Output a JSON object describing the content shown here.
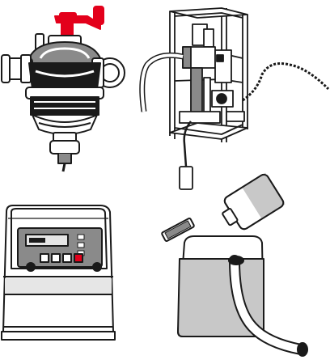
{
  "figure": {
    "panels": [
      {
        "id": "valve",
        "icon": "multiport-valve-icon"
      },
      {
        "id": "frame",
        "icon": "dosing-frame-icon"
      },
      {
        "id": "controller",
        "icon": "control-unit-icon"
      },
      {
        "id": "tank",
        "icon": "chemical-tank-icon"
      }
    ]
  },
  "colors": {
    "ink": "#1a1a1a",
    "handle_red": "#e3001b",
    "liquid_gray": "#c8c8c8",
    "mid_gray": "#8a8a8a",
    "light_gray": "#e6e6e6",
    "white": "#ffffff"
  }
}
